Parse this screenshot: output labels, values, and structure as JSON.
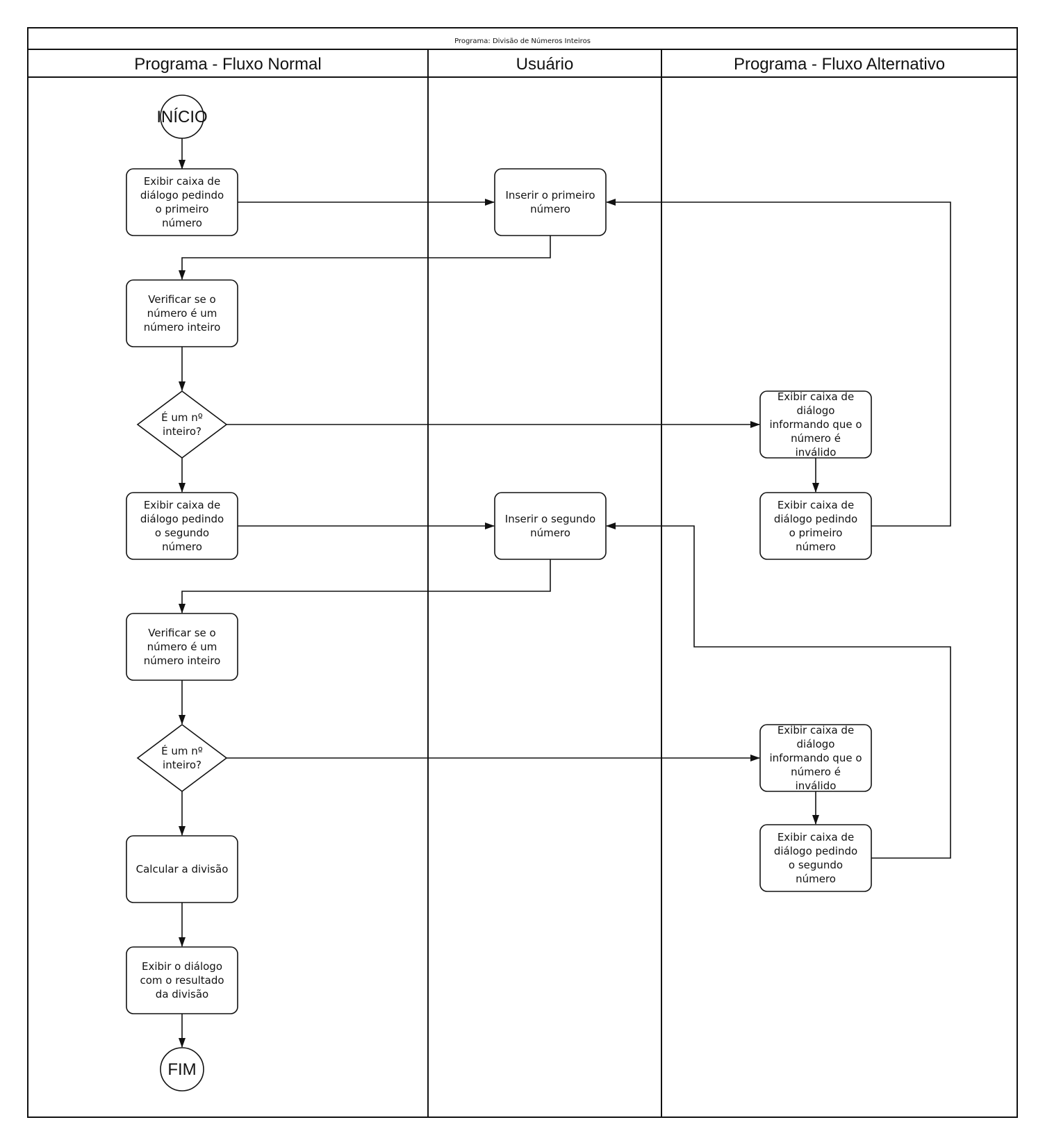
{
  "diagram": {
    "title": "Programa: Divisão de Números Inteiros",
    "lanes": [
      {
        "id": "normal",
        "title": "Programa - Fluxo Normal"
      },
      {
        "id": "usuario",
        "title": "Usuário"
      },
      {
        "id": "alt",
        "title": "Programa - Fluxo Alternativo"
      }
    ],
    "nodes": [
      {
        "id": "inicio",
        "kind": "terminal",
        "lane": "normal",
        "lines": [
          "INÍCIO"
        ]
      },
      {
        "id": "n1",
        "kind": "process",
        "lane": "normal",
        "lines": [
          "Exibir caixa de",
          "diálogo pedindo",
          "o primeiro",
          "número"
        ]
      },
      {
        "id": "u1",
        "kind": "process",
        "lane": "usuario",
        "lines": [
          "Inserir o primeiro",
          "número"
        ]
      },
      {
        "id": "n2",
        "kind": "process",
        "lane": "normal",
        "lines": [
          "Verificar se o",
          "número é um",
          "número inteiro"
        ]
      },
      {
        "id": "d1",
        "kind": "decision",
        "lane": "normal",
        "lines": [
          "É um nº",
          "inteiro?"
        ]
      },
      {
        "id": "a1",
        "kind": "process",
        "lane": "alt",
        "lines": [
          "Exibir caixa de",
          "diálogo",
          "informando que o",
          "número é",
          "inválido"
        ]
      },
      {
        "id": "a2",
        "kind": "process",
        "lane": "alt",
        "lines": [
          "Exibir caixa de",
          "diálogo pedindo",
          "o primeiro",
          "número"
        ]
      },
      {
        "id": "n3",
        "kind": "process",
        "lane": "normal",
        "lines": [
          "Exibir caixa de",
          "diálogo pedindo",
          "o segundo",
          "número"
        ]
      },
      {
        "id": "u2",
        "kind": "process",
        "lane": "usuario",
        "lines": [
          "Inserir o segundo",
          "número"
        ]
      },
      {
        "id": "n4",
        "kind": "process",
        "lane": "normal",
        "lines": [
          "Verificar se o",
          "número é um",
          "número inteiro"
        ]
      },
      {
        "id": "d2",
        "kind": "decision",
        "lane": "normal",
        "lines": [
          "É um nº",
          "inteiro?"
        ]
      },
      {
        "id": "a3",
        "kind": "process",
        "lane": "alt",
        "lines": [
          "Exibir caixa de",
          "diálogo",
          "informando que o",
          "número é",
          "inválido"
        ]
      },
      {
        "id": "a4",
        "kind": "process",
        "lane": "alt",
        "lines": [
          "Exibir caixa de",
          "diálogo pedindo",
          "o segundo",
          "número"
        ]
      },
      {
        "id": "n5",
        "kind": "process",
        "lane": "normal",
        "lines": [
          "Calcular a divisão"
        ]
      },
      {
        "id": "n6",
        "kind": "process",
        "lane": "normal",
        "lines": [
          "Exibir o diálogo",
          "com o resultado",
          "da divisão"
        ]
      },
      {
        "id": "fim",
        "kind": "terminal",
        "lane": "normal",
        "lines": [
          "FIM"
        ]
      }
    ],
    "edges": [
      {
        "from": "inicio",
        "to": "n1"
      },
      {
        "from": "n1",
        "to": "u1"
      },
      {
        "from": "u1",
        "to": "n2"
      },
      {
        "from": "n2",
        "to": "d1"
      },
      {
        "from": "d1",
        "to": "a1"
      },
      {
        "from": "a1",
        "to": "a2"
      },
      {
        "from": "a2",
        "to": "u1"
      },
      {
        "from": "d1",
        "to": "n3"
      },
      {
        "from": "n3",
        "to": "u2"
      },
      {
        "from": "u2",
        "to": "n4"
      },
      {
        "from": "n4",
        "to": "d2"
      },
      {
        "from": "d2",
        "to": "a3"
      },
      {
        "from": "a3",
        "to": "a4"
      },
      {
        "from": "a4",
        "to": "u2"
      },
      {
        "from": "d2",
        "to": "n5"
      },
      {
        "from": "n5",
        "to": "n6"
      },
      {
        "from": "n6",
        "to": "fim"
      }
    ]
  }
}
